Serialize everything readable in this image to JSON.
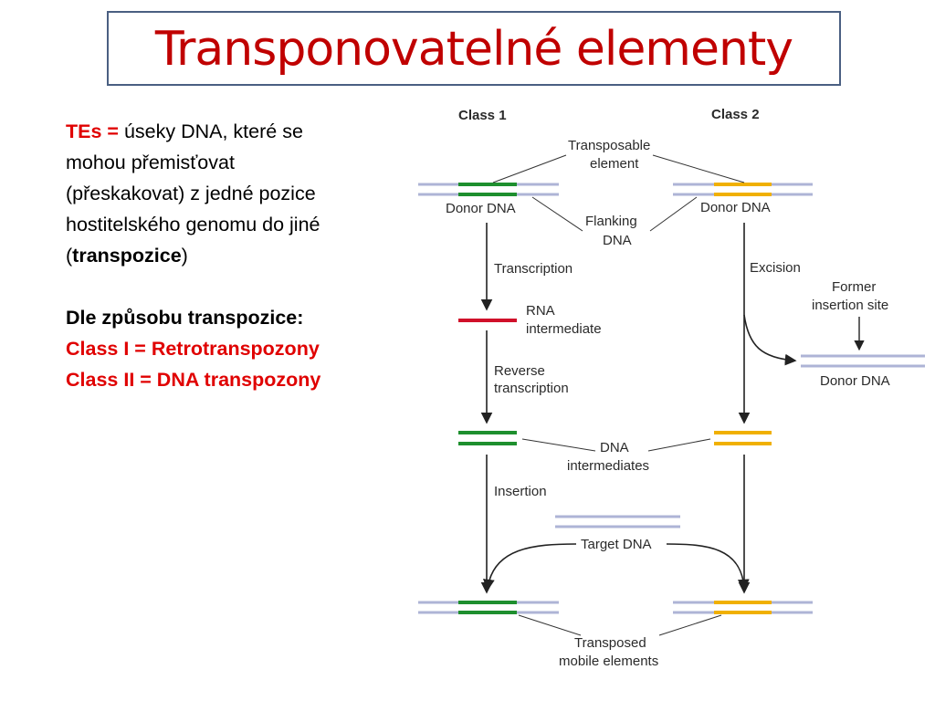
{
  "title": "Transponovatelné elementy",
  "text": {
    "tes_label": "TEs =",
    "definition_1": " úseky DNA, které se",
    "definition_2": "mohou přemisťovat",
    "definition_3": "(přeskakovat) z jedné pozice",
    "definition_4": "hostitelského genomu do jiné",
    "open_paren": "(",
    "transposition_word": "transpozice",
    "close_paren": ")",
    "method_heading": "Dle způsobu transpozice:",
    "class1_line": "Class I = Retrotranspozony",
    "class2_line": "Class II = DNA transpozony"
  },
  "diagram": {
    "class1_header": "Class 1",
    "class2_header": "Class 2",
    "transposable_element_1": "Transposable",
    "transposable_element_2": "element",
    "donor_dna_1": "Donor DNA",
    "donor_dna_2": "Donor DNA",
    "flanking_dna_1": "Flanking",
    "flanking_dna_2": "DNA",
    "transcription": "Transcription",
    "excision": "Excision",
    "former_insertion_1": "Former",
    "former_insertion_2": "insertion site",
    "rna_intermediate_1": "RNA",
    "rna_intermediate_2": "intermediate",
    "donor_dna_3": "Donor DNA",
    "reverse_transcription_1": "Reverse",
    "reverse_transcription_2": "transcription",
    "dna_intermediates_1": "DNA",
    "dna_intermediates_2": "intermediates",
    "insertion": "Insertion",
    "target_dna": "Target DNA",
    "transposed_1": "Transposed",
    "transposed_2": "mobile elements",
    "colors": {
      "host_dna": "#aeb4d6",
      "class1_element": "#1e8f2e",
      "class2_element": "#f0b000",
      "rna": "#d0102a",
      "arrow": "#222222"
    }
  }
}
